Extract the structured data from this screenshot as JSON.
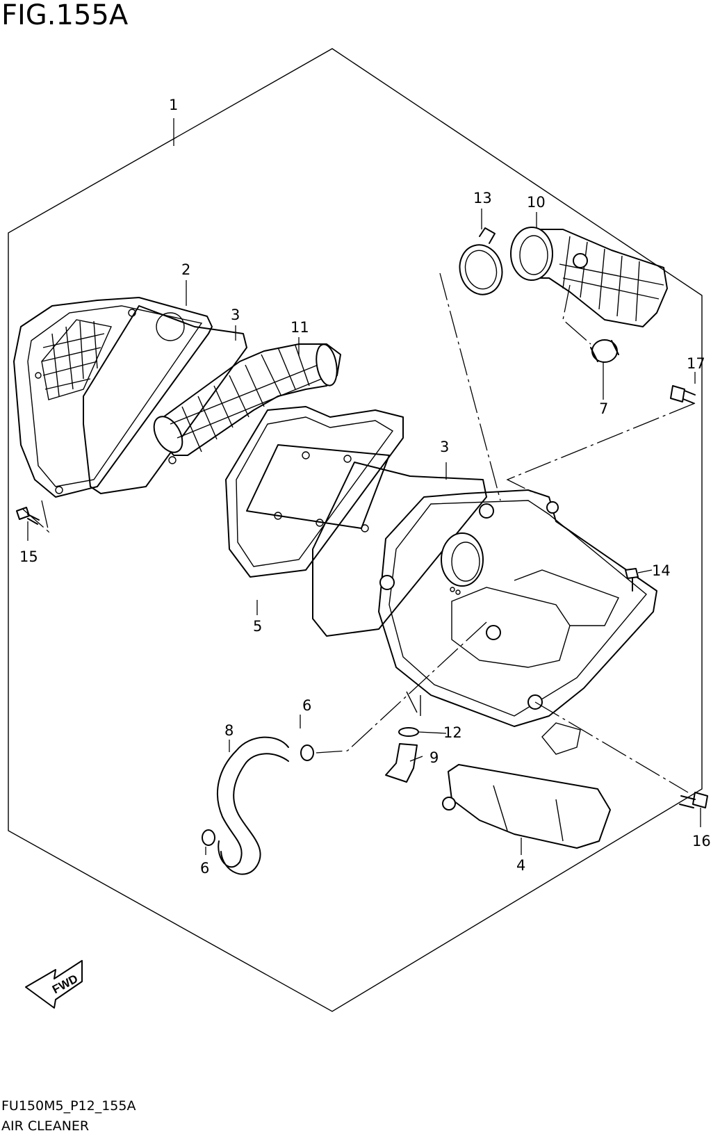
{
  "header": {
    "figure_title": "FIG.155A"
  },
  "footer": {
    "model_code": "FU150M5_P12_155A",
    "assembly_name": "AIR CLEANER"
  },
  "fwd_indicator": {
    "label": "FWD"
  },
  "callouts": [
    {
      "id": "c1",
      "num": "1"
    },
    {
      "id": "c2",
      "num": "2"
    },
    {
      "id": "c3a",
      "num": "3"
    },
    {
      "id": "c3b",
      "num": "3"
    },
    {
      "id": "c4",
      "num": "4"
    },
    {
      "id": "c5",
      "num": "5"
    },
    {
      "id": "c6a",
      "num": "6"
    },
    {
      "id": "c6b",
      "num": "6"
    },
    {
      "id": "c7",
      "num": "7"
    },
    {
      "id": "c8",
      "num": "8"
    },
    {
      "id": "c9",
      "num": "9"
    },
    {
      "id": "c10",
      "num": "10"
    },
    {
      "id": "c11",
      "num": "11"
    },
    {
      "id": "c12",
      "num": "12"
    },
    {
      "id": "c13",
      "num": "13"
    },
    {
      "id": "c14",
      "num": "14"
    },
    {
      "id": "c15",
      "num": "15"
    },
    {
      "id": "c16",
      "num": "16"
    },
    {
      "id": "c17",
      "num": "17"
    }
  ]
}
